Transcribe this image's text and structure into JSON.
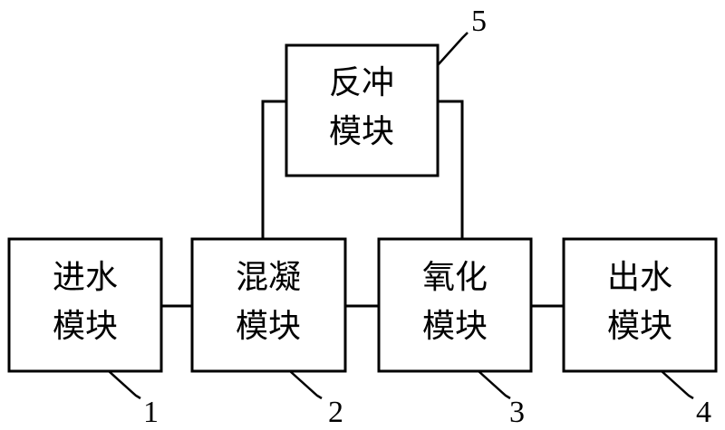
{
  "modules": [
    {
      "id": "1",
      "line1": "进水",
      "line2": "模块"
    },
    {
      "id": "2",
      "line1": "混凝",
      "line2": "模块"
    },
    {
      "id": "3",
      "line1": "氧化",
      "line2": "模块"
    },
    {
      "id": "4",
      "line1": "出水",
      "line2": "模块"
    },
    {
      "id": "5",
      "line1": "反冲",
      "line2": "模块"
    }
  ],
  "colors": {
    "stroke": "#000000",
    "background": "#ffffff"
  }
}
